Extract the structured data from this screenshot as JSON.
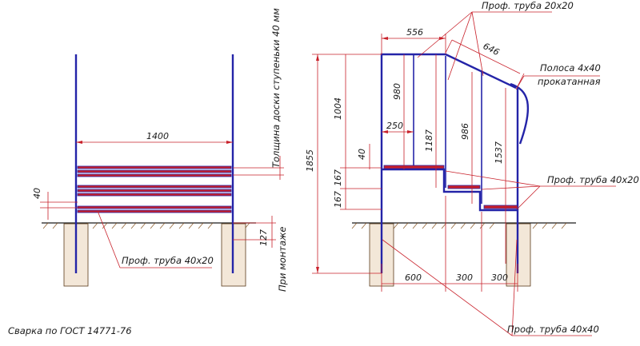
{
  "front_view": {
    "width_dim": "1400",
    "tread_gap_dim": "40",
    "board_thickness_note": "Толщина доски ступеньки 40 мм",
    "embed_depth_dim": "127",
    "mounting_note": "При монтаже",
    "post_note": "Проф. труба 40х20"
  },
  "side_view": {
    "top_note": "Проф. труба 20х20",
    "dim_556": "556",
    "dim_646": "646",
    "strip_note_line1": "Полоса 4х40",
    "strip_note_line2": "прокатанная",
    "dim_980": "980",
    "dim_1004": "1004",
    "dim_1855": "1855",
    "dim_250": "250",
    "dim_40": "40",
    "dim_1187": "1187",
    "dim_986": "986",
    "dim_1537": "1537",
    "dim_167a": "167",
    "dim_167b": "167",
    "profile_40x20_note": "Проф. труба 40х20",
    "dim_600": "600",
    "dim_300a": "300",
    "dim_300b": "300",
    "profile_40x40_note": "Проф. труба 40х40"
  },
  "footer": {
    "weld_note": "Сварка по ГОСТ 14771-76"
  }
}
